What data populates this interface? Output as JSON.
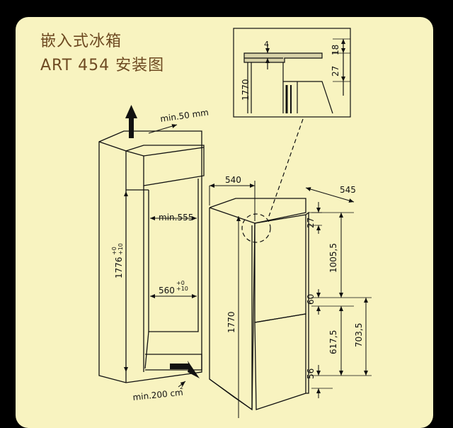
{
  "title": {
    "line1": "嵌入式冰箱",
    "line2": "ART 454 安装图"
  },
  "colors": {
    "background": "#000000",
    "panel": "#f8f3c0",
    "title_text": "#6e4a22",
    "line": "#111111"
  },
  "icons": [
    "up-arrow-icon",
    "airflow-arrow-icon"
  ],
  "cabinet": {
    "top_vent": "min.50 mm",
    "inner_width": "min.555",
    "width": "560",
    "width_tol_plus": "+10",
    "width_tol_zero": "+0",
    "height": "1776",
    "height_tol_plus": "+10",
    "height_tol_zero": "+0",
    "bottom_vent": "min.200 cm",
    "bottom_vent_exp": "2"
  },
  "appliance": {
    "width": "540",
    "depth": "545",
    "height": "1770",
    "d27": "27",
    "d1005": "1005,5",
    "d60": "60",
    "d617": "617,5",
    "d703": "703,5",
    "d56": "56"
  },
  "detail": {
    "d4": "4",
    "d18": "18",
    "d27": "27",
    "d1770": "1770"
  }
}
